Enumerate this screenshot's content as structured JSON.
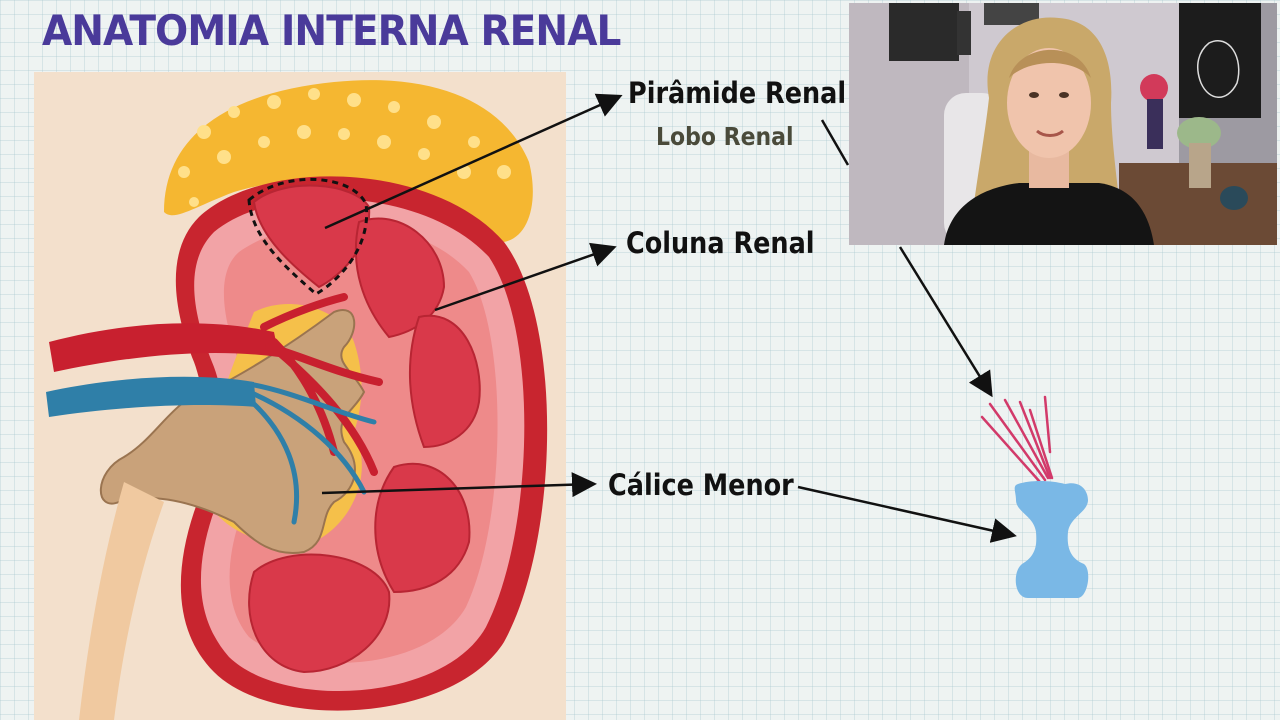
{
  "slide": {
    "title": "ANATOMIA INTERNA RENAL"
  },
  "labels": {
    "pyramid": "Pirâmide Renal",
    "lobe": "Lobo Renal",
    "column": "Coluna Renal",
    "calyx": "Cálice Menor"
  },
  "colors": {
    "title": "#4a3a9a",
    "calyx_blue": "#7ab8e6",
    "pyramid_red": "#d9394a",
    "fat_yellow": "#f5b731"
  },
  "icons": {
    "webcam": "presenter-webcam-feed",
    "minor_calyx": "minor-calyx-icon"
  }
}
